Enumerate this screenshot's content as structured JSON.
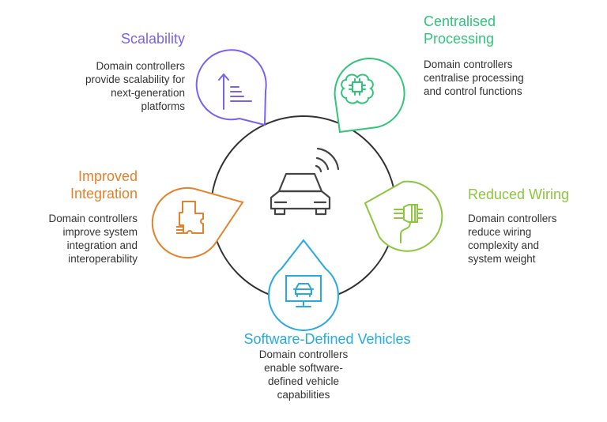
{
  "colors": {
    "scalability": "#7b61f0",
    "processing": "#2fc57a",
    "integration": "#e3822b",
    "wiring": "#8dc63f",
    "software": "#27a9e1",
    "ring": "#333333",
    "text": "#333333"
  },
  "center": {
    "icon": "connected-car-icon"
  },
  "items": [
    {
      "key": "scalability",
      "title": "Scalability",
      "description": [
        "Domain controllers",
        "provide scalability for",
        "next-generation",
        "platforms"
      ],
      "icon": "scale-bars-icon"
    },
    {
      "key": "processing",
      "title": [
        "Centralised",
        "Processing"
      ],
      "description": [
        "Domain controllers",
        "centralise processing",
        "and control functions"
      ],
      "icon": "brain-chip-icon"
    },
    {
      "key": "integration",
      "title": [
        "Improved",
        "Integration"
      ],
      "description": [
        "Domain controllers",
        "improve system",
        "integration and",
        "interoperability"
      ],
      "icon": "puzzle-icon"
    },
    {
      "key": "wiring",
      "title": "Reduced Wiring",
      "description": [
        "Domain controllers",
        "reduce wiring",
        "complexity and",
        "system weight"
      ],
      "icon": "wire-plug-icon"
    },
    {
      "key": "software",
      "title": "Software-Defined Vehicles",
      "description": [
        "Domain controllers",
        "enable software-",
        "defined vehicle",
        "capabilities"
      ],
      "icon": "monitor-car-icon"
    }
  ]
}
